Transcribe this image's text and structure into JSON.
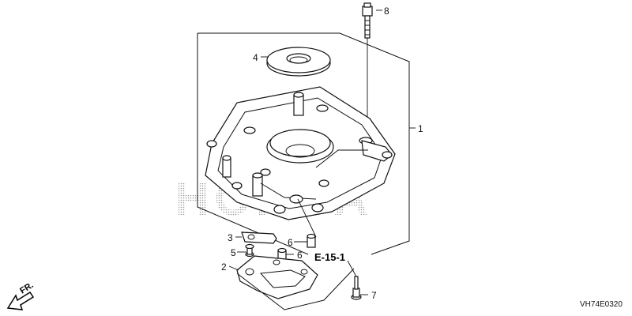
{
  "watermark": "HONDA",
  "reference": "E-15-1",
  "diagram_code": "VH74E0320",
  "direction": "FR.",
  "callouts": {
    "c1": "1",
    "c2": "2",
    "c3": "3",
    "c4": "4",
    "c5": "5",
    "c6a": "6",
    "c6b": "6",
    "c7": "7",
    "c8": "8"
  }
}
